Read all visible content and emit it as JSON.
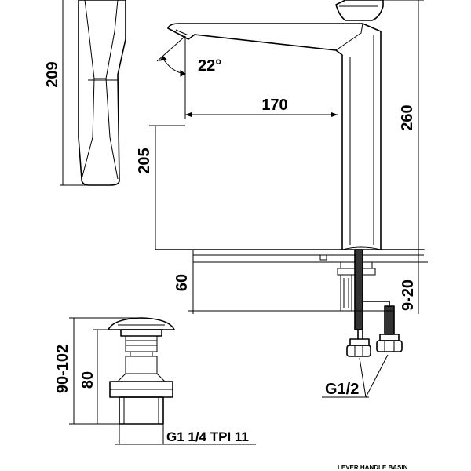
{
  "dimensions": {
    "handle_height": "209",
    "spout_angle": "22°",
    "spout_reach": "170",
    "total_height": "260",
    "spout_height": "205",
    "shank_length": "60",
    "deck_thickness": "9-20",
    "hose_thread": "G1/2",
    "waste_height_range": "90-102",
    "waste_body_height": "80",
    "waste_thread": "G1 1/4 TPI 11"
  },
  "caption": "LEVER HANDLE BASIN"
}
